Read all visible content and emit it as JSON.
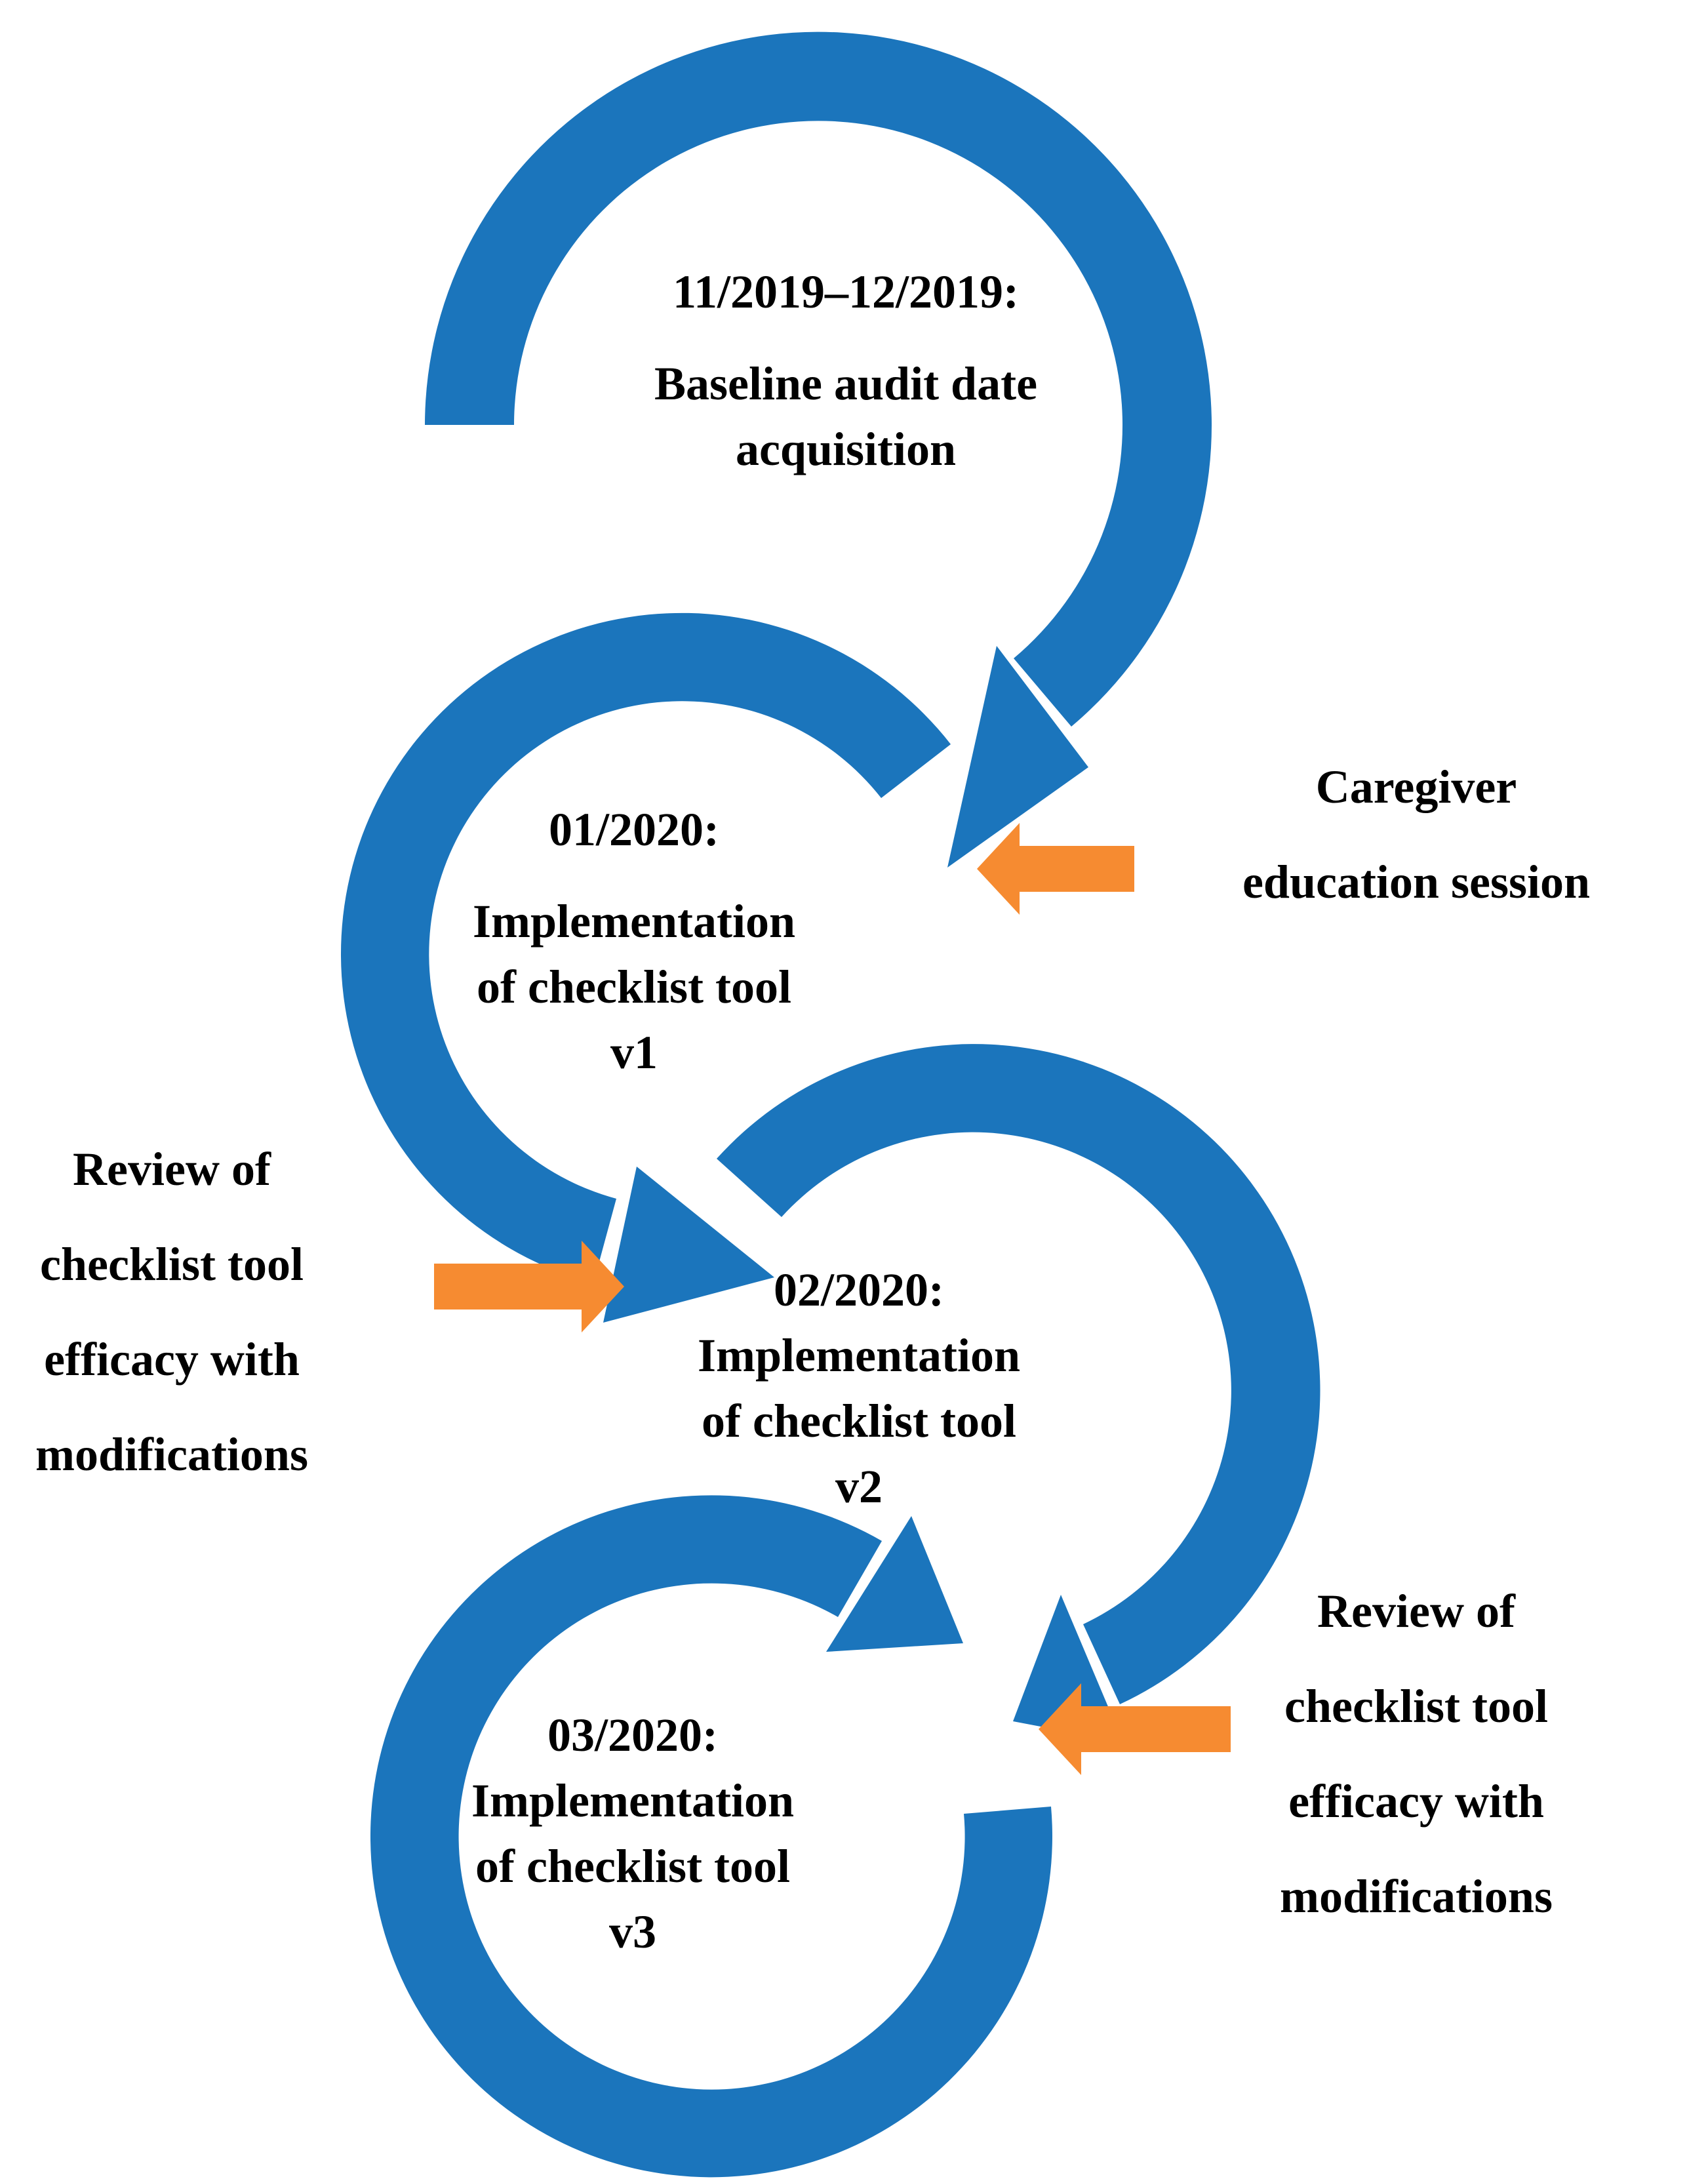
{
  "colors": {
    "loop_blue": "#1B75BC",
    "arrow_orange": "#F68B31",
    "text": "#000000",
    "background": "#FFFFFF"
  },
  "loops": [
    {
      "date": "11/2019–12/2019:",
      "lines": [
        "Baseline audit date",
        "acquisition"
      ]
    },
    {
      "date": "01/2020:",
      "lines": [
        "Implementation",
        "of checklist tool",
        "v1"
      ]
    },
    {
      "date": "02/2020:",
      "lines": [
        "Implementation",
        "of checklist tool",
        "v2"
      ]
    },
    {
      "date": "03/2020:",
      "lines": [
        "Implementation",
        "of checklist tool",
        "v3"
      ]
    }
  ],
  "side_labels": [
    {
      "lines": [
        "Caregiver",
        "education session"
      ]
    },
    {
      "lines": [
        "Review of",
        "checklist tool",
        "efficacy with",
        "modifications"
      ]
    },
    {
      "lines": [
        "Review of",
        "checklist tool",
        "efficacy with",
        "modifications"
      ]
    }
  ]
}
